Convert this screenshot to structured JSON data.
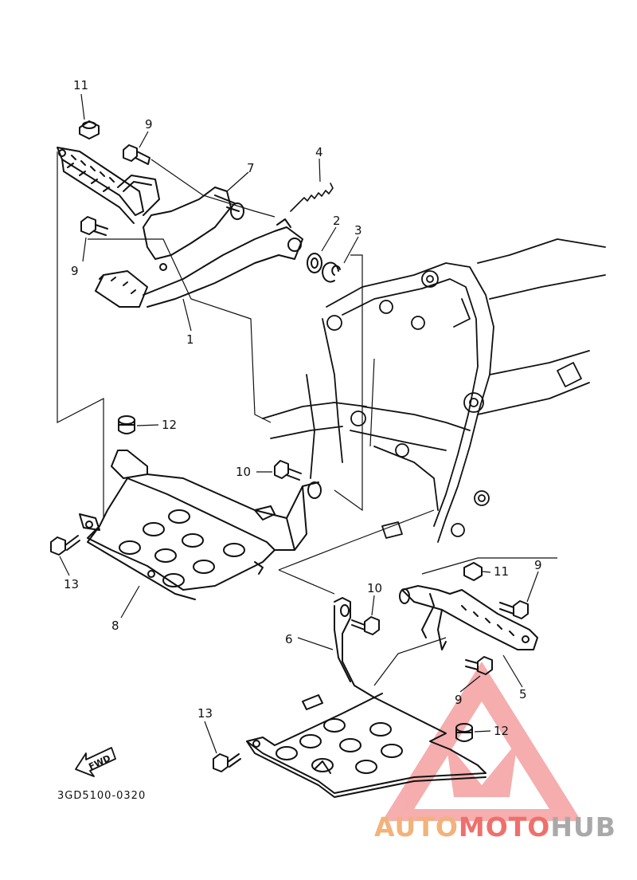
{
  "callouts": [
    {
      "id": "c11a",
      "text": "11"
    },
    {
      "id": "c9a",
      "text": "9"
    },
    {
      "id": "c7",
      "text": "7"
    },
    {
      "id": "c4",
      "text": "4"
    },
    {
      "id": "c2",
      "text": "2"
    },
    {
      "id": "c3",
      "text": "3"
    },
    {
      "id": "c9b",
      "text": "9"
    },
    {
      "id": "c1",
      "text": "1"
    },
    {
      "id": "c12a",
      "text": "12"
    },
    {
      "id": "c10a",
      "text": "10"
    },
    {
      "id": "c13a",
      "text": "13"
    },
    {
      "id": "c8",
      "text": "8"
    },
    {
      "id": "c11b",
      "text": "11"
    },
    {
      "id": "c9c",
      "text": "9"
    },
    {
      "id": "c10b",
      "text": "10"
    },
    {
      "id": "c6",
      "text": "6"
    },
    {
      "id": "c9d",
      "text": "9"
    },
    {
      "id": "c5",
      "text": "5"
    },
    {
      "id": "c13b",
      "text": "13"
    },
    {
      "id": "c12b",
      "text": "12"
    }
  ],
  "fwd_label": "FWD",
  "diagram_code": "3GD5100-0320",
  "watermark": {
    "parts": [
      "AUTO",
      "MOTO",
      "HUB"
    ],
    "colors": [
      "#f2b27a",
      "#ef6f6c",
      "#a9a9a9"
    ],
    "triangle_color": "#ee6b6b"
  }
}
